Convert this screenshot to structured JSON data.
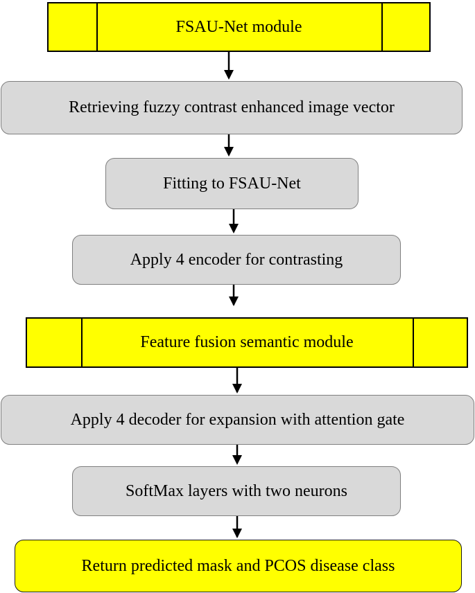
{
  "diagram": {
    "nodes": [
      {
        "id": "fsau-net-module",
        "label": "FSAU-Net module",
        "kind": "module"
      },
      {
        "id": "retrieving-vector",
        "label": "Retrieving fuzzy contrast enhanced  image vector",
        "kind": "step"
      },
      {
        "id": "fitting",
        "label": "Fitting to FSAU-Net",
        "kind": "step"
      },
      {
        "id": "encoder",
        "label": "Apply  4 encoder for contrasting",
        "kind": "step"
      },
      {
        "id": "fusion-module",
        "label": "Feature fusion semantic module",
        "kind": "module"
      },
      {
        "id": "decoder",
        "label": "Apply  4 decoder for expansion with attention gate",
        "kind": "step"
      },
      {
        "id": "softmax",
        "label": "SoftMax layers with two neurons",
        "kind": "step"
      },
      {
        "id": "result",
        "label": "Return predicted mask and PCOS disease class",
        "kind": "final"
      }
    ],
    "edges": [
      {
        "from": "fsau-net-module",
        "to": "retrieving-vector"
      },
      {
        "from": "retrieving-vector",
        "to": "fitting"
      },
      {
        "from": "fitting",
        "to": "encoder"
      },
      {
        "from": "encoder",
        "to": "fusion-module"
      },
      {
        "from": "fusion-module",
        "to": "decoder"
      },
      {
        "from": "decoder",
        "to": "softmax"
      },
      {
        "from": "softmax",
        "to": "result"
      }
    ],
    "colors": {
      "module_fill": "#ffff00",
      "step_fill": "#d9d9d9",
      "step_border": "#7f7f7f",
      "final_fill": "#ffff00",
      "arrow": "#000000"
    }
  }
}
